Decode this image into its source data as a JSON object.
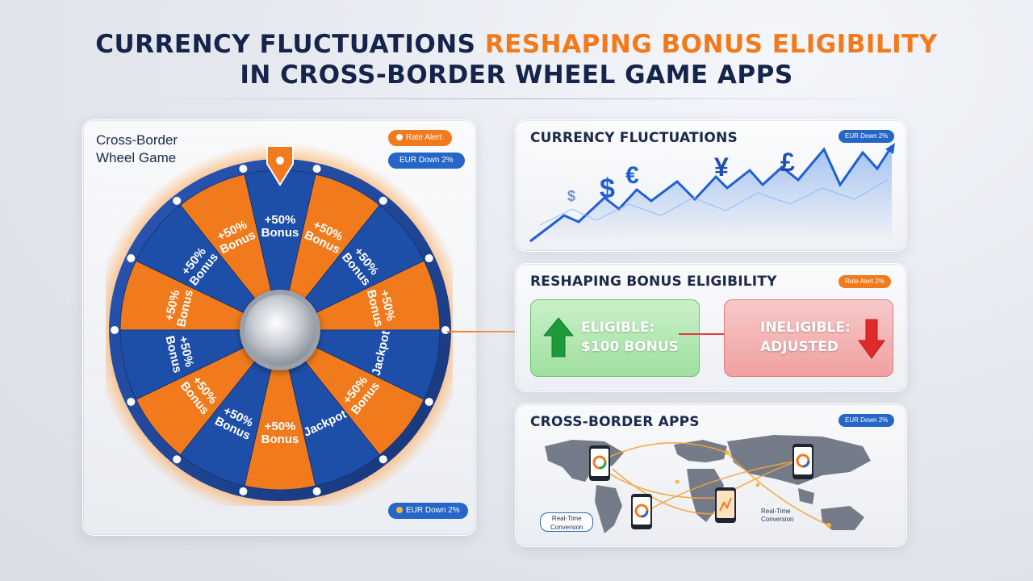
{
  "header": {
    "title_part1": "CURRENCY FLUCTUATIONS",
    "title_part2": "RESHAPING BONUS ELIGIBILITY",
    "title_line2": "IN CROSS-BORDER WHEEL GAME APPS"
  },
  "wheel_panel": {
    "title_line1": "Cross-Border",
    "title_line2": "Wheel Game",
    "rate_alert_pill": "Rate Alert:",
    "eur_down_pill": "EUR Down 2%",
    "bottom_pill": "EUR Down 2%",
    "segments": [
      {
        "label1": "+50%",
        "label2": "Bonus"
      },
      {
        "label1": "+50%",
        "label2": "Bonus"
      },
      {
        "label1": "+50%",
        "label2": "Bonus"
      },
      {
        "label1": "+50%",
        "label2": "Bonus"
      },
      {
        "label1": "Jackpot",
        "label2": ""
      },
      {
        "label1": "+50%",
        "label2": "Bonus"
      },
      {
        "label1": "Jackpot",
        "label2": ""
      },
      {
        "label1": "+50%",
        "label2": "Bonus"
      },
      {
        "label1": "+50%",
        "label2": "Bonus"
      },
      {
        "label1": "+50%",
        "label2": "Bonus"
      },
      {
        "label1": "+50%",
        "label2": "Bonus"
      },
      {
        "label1": "+50%",
        "label2": "Bonus"
      },
      {
        "label1": "+50%",
        "label2": "Bonus"
      },
      {
        "label1": "+50%",
        "label2": "Bonus"
      }
    ],
    "colors": {
      "blue": "#1e4fa8",
      "orange": "#f07a1c",
      "rim": "#1a3d8c"
    }
  },
  "fx_panel": {
    "title": "CURRENCY FLUCTUATIONS",
    "pill": "EUR Down 2%",
    "symbols": [
      "$",
      "$",
      "€",
      "¥",
      "£"
    ]
  },
  "eligibility_panel": {
    "title": "RESHAPING BONUS ELIGIBILITY",
    "pill": "Rate Alert 2%",
    "eligible_line1": "ELIGIBLE:",
    "eligible_line2": "$100 BONUS",
    "ineligible_line1": "INELIGIBLE:",
    "ineligible_line2": "ADJUSTED"
  },
  "apps_panel": {
    "title": "CROSS-BORDER APPS",
    "pill": "EUR Down 2%",
    "realtime_pill_line1": "Real-Time",
    "realtime_pill_line2": "Conversion",
    "realtime_label_line1": "Real-Time",
    "realtime_label_line2": "Conversion"
  }
}
